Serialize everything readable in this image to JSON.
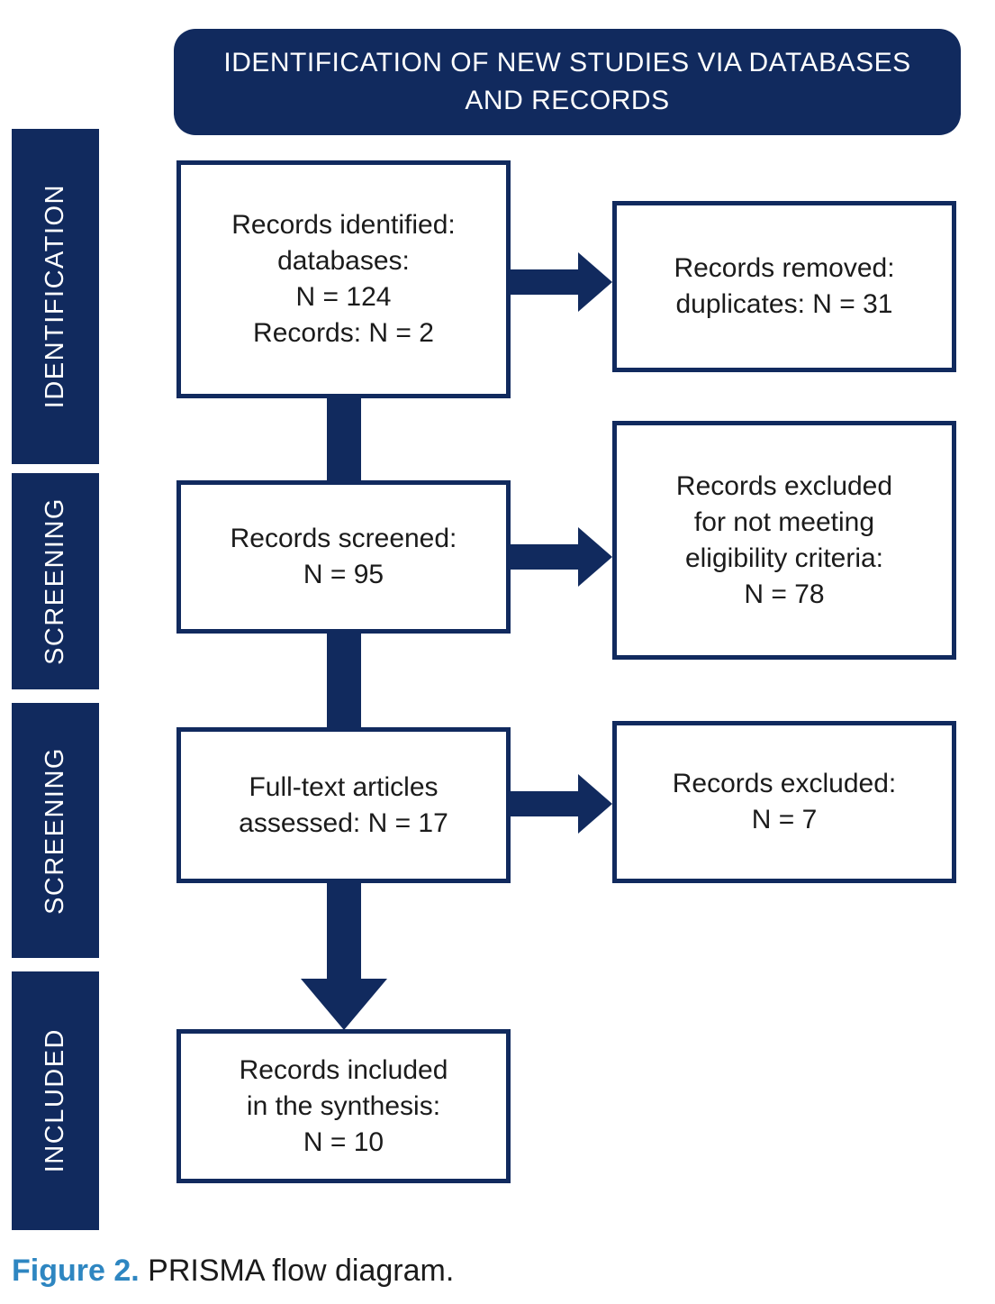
{
  "colors": {
    "navy": "#112a5e",
    "caption_blue": "#2e86c1",
    "text": "#1b1b1b",
    "background": "#ffffff"
  },
  "banner": {
    "title": "IDENTIFICATION OF NEW STUDIES VIA DATABASES\nAND RECORDS"
  },
  "stages": [
    {
      "label": "IDENTIFICATION"
    },
    {
      "label": "SCREENING"
    },
    {
      "label": "SCREENING"
    },
    {
      "label": "INCLUDED"
    }
  ],
  "flow": {
    "main": [
      {
        "text": "Records identified:\ndatabases:\nN = 124\nRecords: N = 2",
        "n_databases": 124,
        "n_records": 2
      },
      {
        "text": "Records screened:\nN = 95",
        "n": 95
      },
      {
        "text": "Full-text articles\nassessed: N = 17",
        "n": 17
      },
      {
        "text": "Records included\nin the synthesis:\nN = 10",
        "n": 10
      }
    ],
    "side": [
      {
        "text": "Records removed:\nduplicates: N = 31",
        "n": 31
      },
      {
        "text": "Records excluded\nfor not meeting\neligibility criteria:\nN = 78",
        "n": 78
      },
      {
        "text": "Records excluded:\nN = 7",
        "n": 7
      }
    ]
  },
  "caption": {
    "label": "Figure 2.",
    "text": " PRISMA flow diagram."
  }
}
